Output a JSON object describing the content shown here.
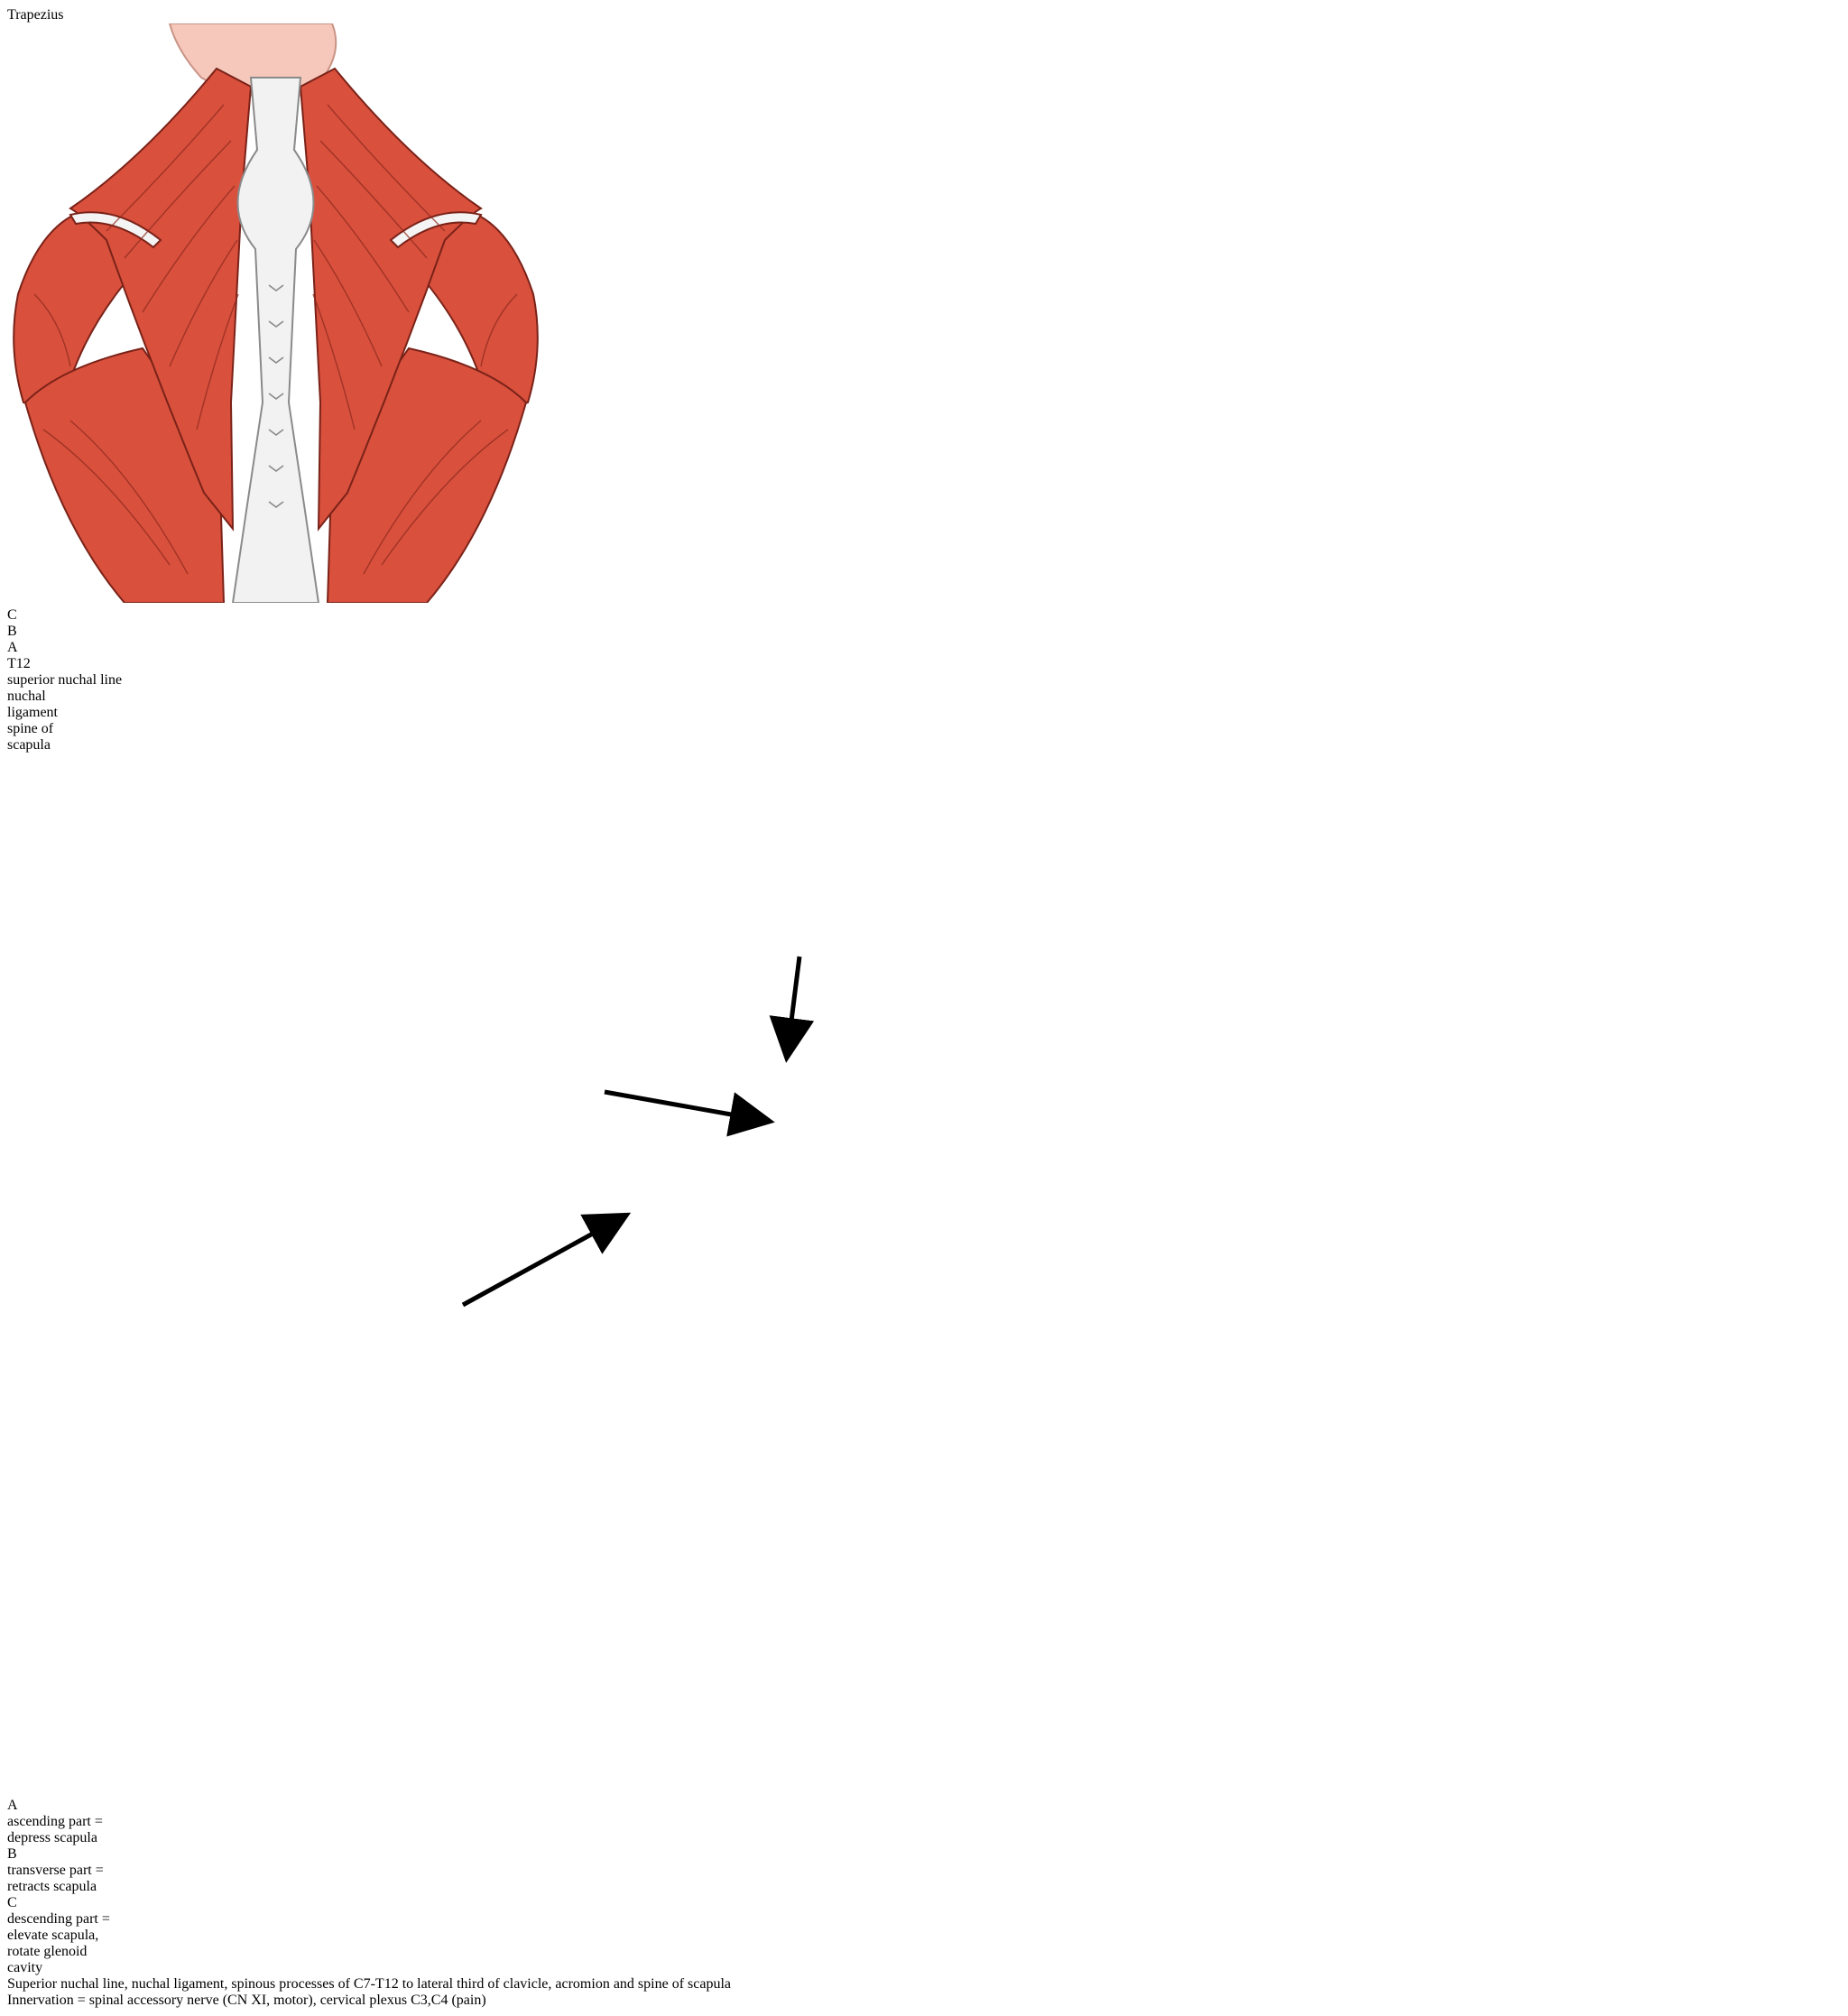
{
  "slide": {
    "title": "Trapezius"
  },
  "callouts": {
    "superior_nuchal_line": "superior nuchal line",
    "nuchal_ligament": [
      "nuchal",
      "ligament"
    ],
    "spine_of_scapula": [
      "spine of",
      "scapula"
    ]
  },
  "figure_labels": {
    "a": "A",
    "b": "B",
    "c": "C",
    "t12": "T12"
  },
  "legend": [
    {
      "letter": "A",
      "lines": [
        "ascending part =",
        "depress scapula"
      ]
    },
    {
      "letter": "B",
      "lines": [
        "transverse part =",
        "retracts scapula"
      ]
    },
    {
      "letter": "C",
      "lines": [
        "descending part =",
        "elevate scapula,",
        "rotate glenoid",
        "cavity"
      ]
    }
  ],
  "origin_insertion": "Superior nuchal line, nuchal ligament, spinous processes of C7-T12 to lateral third of clavicle, acromion and spine of scapula",
  "innervation": "Innervation = spinal accessory nerve (CN XI, motor), cervical plexus C3,C4 (pain)",
  "colors": {
    "legend_background": "#00c8f8",
    "muscle": "#d9503d",
    "innervation_text": "#e8401c",
    "t12_label": "#1e63d8"
  }
}
